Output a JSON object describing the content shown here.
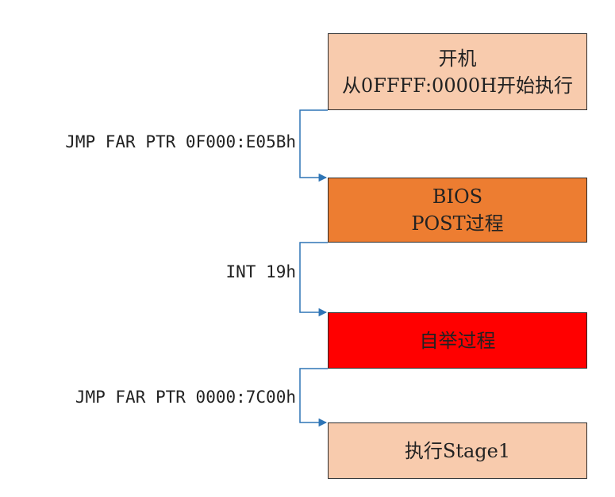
{
  "colors": {
    "light_box": "#f8cbad",
    "bios_box": "#ed7d31",
    "boot_box": "#ff0000",
    "connector": "#2e75b6",
    "border": "#2b2b2b"
  },
  "boxes": [
    {
      "line1": "开机",
      "line2": "从0FFFF:0000H开始执行"
    },
    {
      "line1": "BIOS",
      "line2": "POST过程"
    },
    {
      "line1": "自举过程"
    },
    {
      "line1": "执行Stage1"
    }
  ],
  "transitions": [
    {
      "label": "JMP FAR PTR 0F000:E05Bh"
    },
    {
      "label": "INT 19h"
    },
    {
      "label": "JMP FAR PTR 0000:7C00h"
    }
  ]
}
